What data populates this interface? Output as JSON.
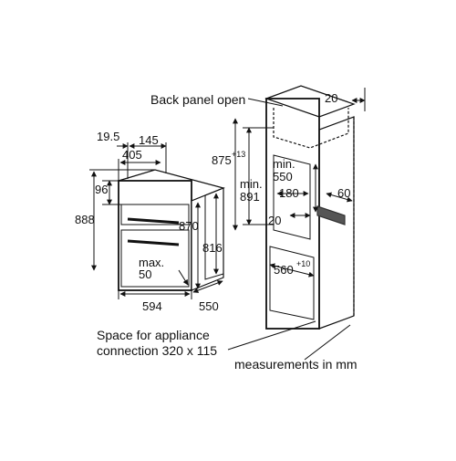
{
  "labels": {
    "back_panel": "Back panel open",
    "space_line1": "Space for appliance",
    "space_line2": "connection 320 x 115",
    "units": "measurements in mm"
  },
  "appliance_dims": {
    "d_19_5": "19.5",
    "d_145": "145",
    "d_405": "405",
    "d_96": "96",
    "d_888": "888",
    "d_870": "870",
    "d_816": "816",
    "max_line1": "max.",
    "max_line2": "50",
    "d_594": "594",
    "d_550": "550"
  },
  "cabinet_dims": {
    "d_20_top": "20",
    "d_875": "875",
    "d_plus13": "+13",
    "min_891_a": "min.",
    "min_891_b": "891",
    "min_550_a": "min.",
    "min_550_b": "550",
    "d_180": "180",
    "d_60": "60",
    "d_20_mid": "20",
    "d_560": "560",
    "d_plus10": "+10"
  }
}
